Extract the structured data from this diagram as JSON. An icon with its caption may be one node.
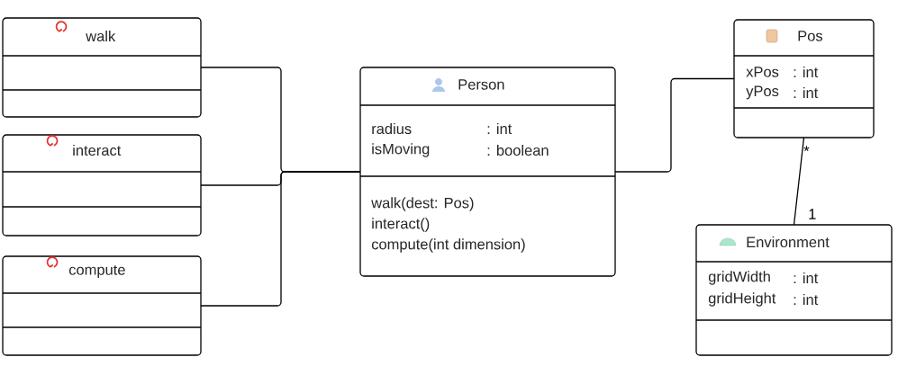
{
  "diagram": {
    "nodes": [
      {
        "text": [
          "walk"
        ]
      },
      {
        "text": [
          "interact"
        ]
      },
      {
        "text": [
          "compute"
        ]
      },
      {
        "text": [
          "Person",
          "radius",
          ": int",
          "isMoving",
          ": boolean",
          "walk(dest: Pos)",
          "interact()",
          "compute(int dimension)"
        ]
      },
      {
        "text": [
          "Pos",
          "xPos",
          ": int",
          "yPos",
          ": int"
        ]
      },
      {
        "text": [
          "Environment",
          "gridWidth",
          ": int",
          "gridHeight",
          ": int"
        ]
      }
    ],
    "edges": [
      {
        "from": 0,
        "to": 3,
        "arrow": "none"
      },
      {
        "from": 1,
        "to": 3,
        "arrow": "none"
      },
      {
        "from": 2,
        "to": 3,
        "arrow": "none"
      },
      {
        "from": 3,
        "to": 4,
        "arrow": "none"
      },
      {
        "from": 4,
        "to": 5,
        "arrow": "none"
      }
    ],
    "labels": [
      "*",
      "1"
    ]
  }
}
